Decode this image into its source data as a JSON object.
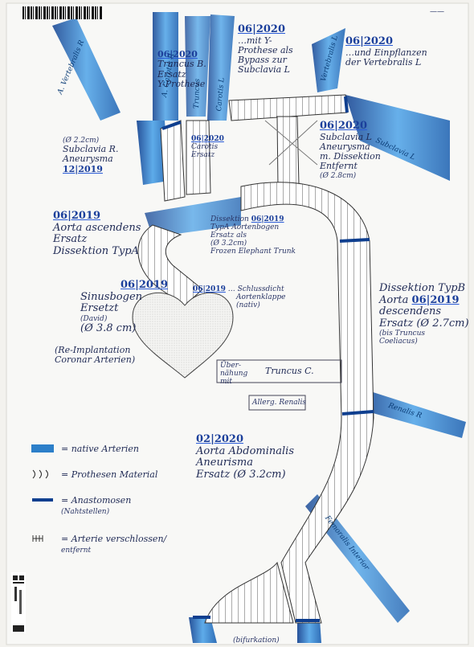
{
  "header": {
    "corner_mark": "——"
  },
  "vessel_labels": {
    "vertebralis_r": "A. Vertebralis R",
    "carotis_r": "A. Carotis R",
    "truncus_vessel": "Truncus",
    "carotis_l": "Carotis L",
    "vertebralis_l_top": "Vertebralis L",
    "subclavia_l": "Subclavia L",
    "renalis_r": "Renalis R",
    "femoralis_l": "Femoralis Interior"
  },
  "annotations": {
    "truncus": {
      "date": "06|2020",
      "lines": [
        "Truncus B.",
        "Ersatz",
        "Y-Prothese"
      ]
    },
    "y_prothese": {
      "date": "06|2020",
      "lines": [
        "…mit Y-",
        "Prothese als",
        "Bypass zur",
        "Subclavia L"
      ]
    },
    "einpflanzung": {
      "date": "06|2020",
      "lines": [
        "…und Einpflanzen",
        "der Vertebralis L"
      ]
    },
    "subclavia_r": {
      "lines": [
        "(Ø 2.2cm)",
        "Subclavia R.",
        "Aneurysma"
      ],
      "date": "12|2019"
    },
    "carotis_mid": {
      "date": "06|2020",
      "lines": [
        "Carotis",
        "Ersatz"
      ]
    },
    "subclavia_l_aneurysma": {
      "date": "06|2020",
      "lines": [
        "Subclavia L",
        "Aneurysma",
        "m. Dissektion",
        "Entfernt",
        "(Ø 2.8cm)"
      ]
    },
    "aorta_ascendens": {
      "date": "06|2019",
      "lines": [
        "Aorta ascendens",
        "Ersatz",
        "Dissektion TypA"
      ]
    },
    "aortenbogen": {
      "date": "06|2019",
      "lines": [
        "Dissektion",
        "TypA Aortenbogen",
        "Ersatz als",
        "(Ø 3.2cm)",
        "Frozen Elephant Trunk"
      ]
    },
    "sinusbogen": {
      "date": "06|2019",
      "lines": [
        "Sinusbogen",
        "Ersetzt",
        "(David)",
        "(Ø 3.8 cm)"
      ]
    },
    "coronar": {
      "lines": [
        "(Re-Implantation",
        "Coronar Arterien)"
      ]
    },
    "aortenklappe": {
      "date": "06|2019",
      "lines": [
        "… Schlussdicht",
        "Aortenklappe",
        "(nativ)"
      ]
    },
    "descendens": {
      "lines": [
        "Dissektion TypB",
        "Aorta",
        "descendens",
        "Ersatz (Ø 2.7cm)",
        "(bis Truncus",
        "Coeliacus)"
      ],
      "date": "06|2019"
    },
    "truncus_c": {
      "lines": [
        "Über-",
        "nähung",
        "mit"
      ],
      "label": "Truncus C."
    },
    "renalis_box": {
      "lines": [
        "Allerg. Renalis"
      ]
    },
    "abdominalis": {
      "date": "02|2020",
      "lines": [
        "Aorta Abdominalis",
        "Aneurisma",
        "Ersatz (Ø 3.2cm)"
      ]
    },
    "bottom": {
      "lines": [
        "(bifurkation)"
      ]
    }
  },
  "legend": [
    {
      "symbol": "blue-fill",
      "label": "= native Arterien"
    },
    {
      "symbol": "arcs",
      "label": "= Prothesen Material"
    },
    {
      "symbol": "thick-line",
      "label": "= Anastomosen",
      "sub": "(Nahtstellen)"
    },
    {
      "symbol": "hatch",
      "label": "= Arterie verschlossen/",
      "sub": "entfernt"
    }
  ],
  "colors": {
    "artery": "#2c7fc9",
    "artery_dark": "#0f3f8f",
    "ink": "#1f2a55",
    "paper": "#f3f2ee"
  }
}
